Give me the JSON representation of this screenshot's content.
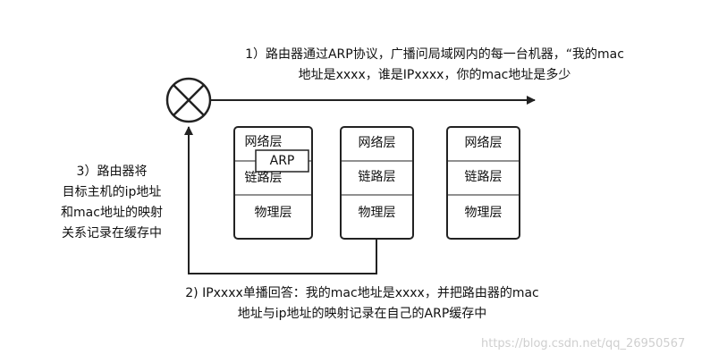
{
  "step1": {
    "line1": "1）路由器通过ARP协议，广播问局域网内的每一台机器，“我的mac",
    "line2": "地址是xxxx，谁是IPxxxx，你的mac地址是多少"
  },
  "step3": {
    "line1": "3）路由器将",
    "line2": "目标主机的ip地址",
    "line3": "和mac地址的映射",
    "line4": "关系记录在缓存中"
  },
  "step2": {
    "line1": "2) IPxxxx单播回答：我的mac地址是xxxx，并把路由器的mac",
    "line2": "地址与ip地址的映射记录在自己的ARP缓存中"
  },
  "stacks": [
    {
      "network": "网络层",
      "link": "链路层",
      "physical": "物理层",
      "arp": "ARP"
    },
    {
      "network": "网络层",
      "link": "链路层",
      "physical": "物理层"
    },
    {
      "network": "网络层",
      "link": "链路层",
      "physical": "物理层"
    }
  ],
  "watermark": "https://blog.csdn.net/qq_26950567"
}
